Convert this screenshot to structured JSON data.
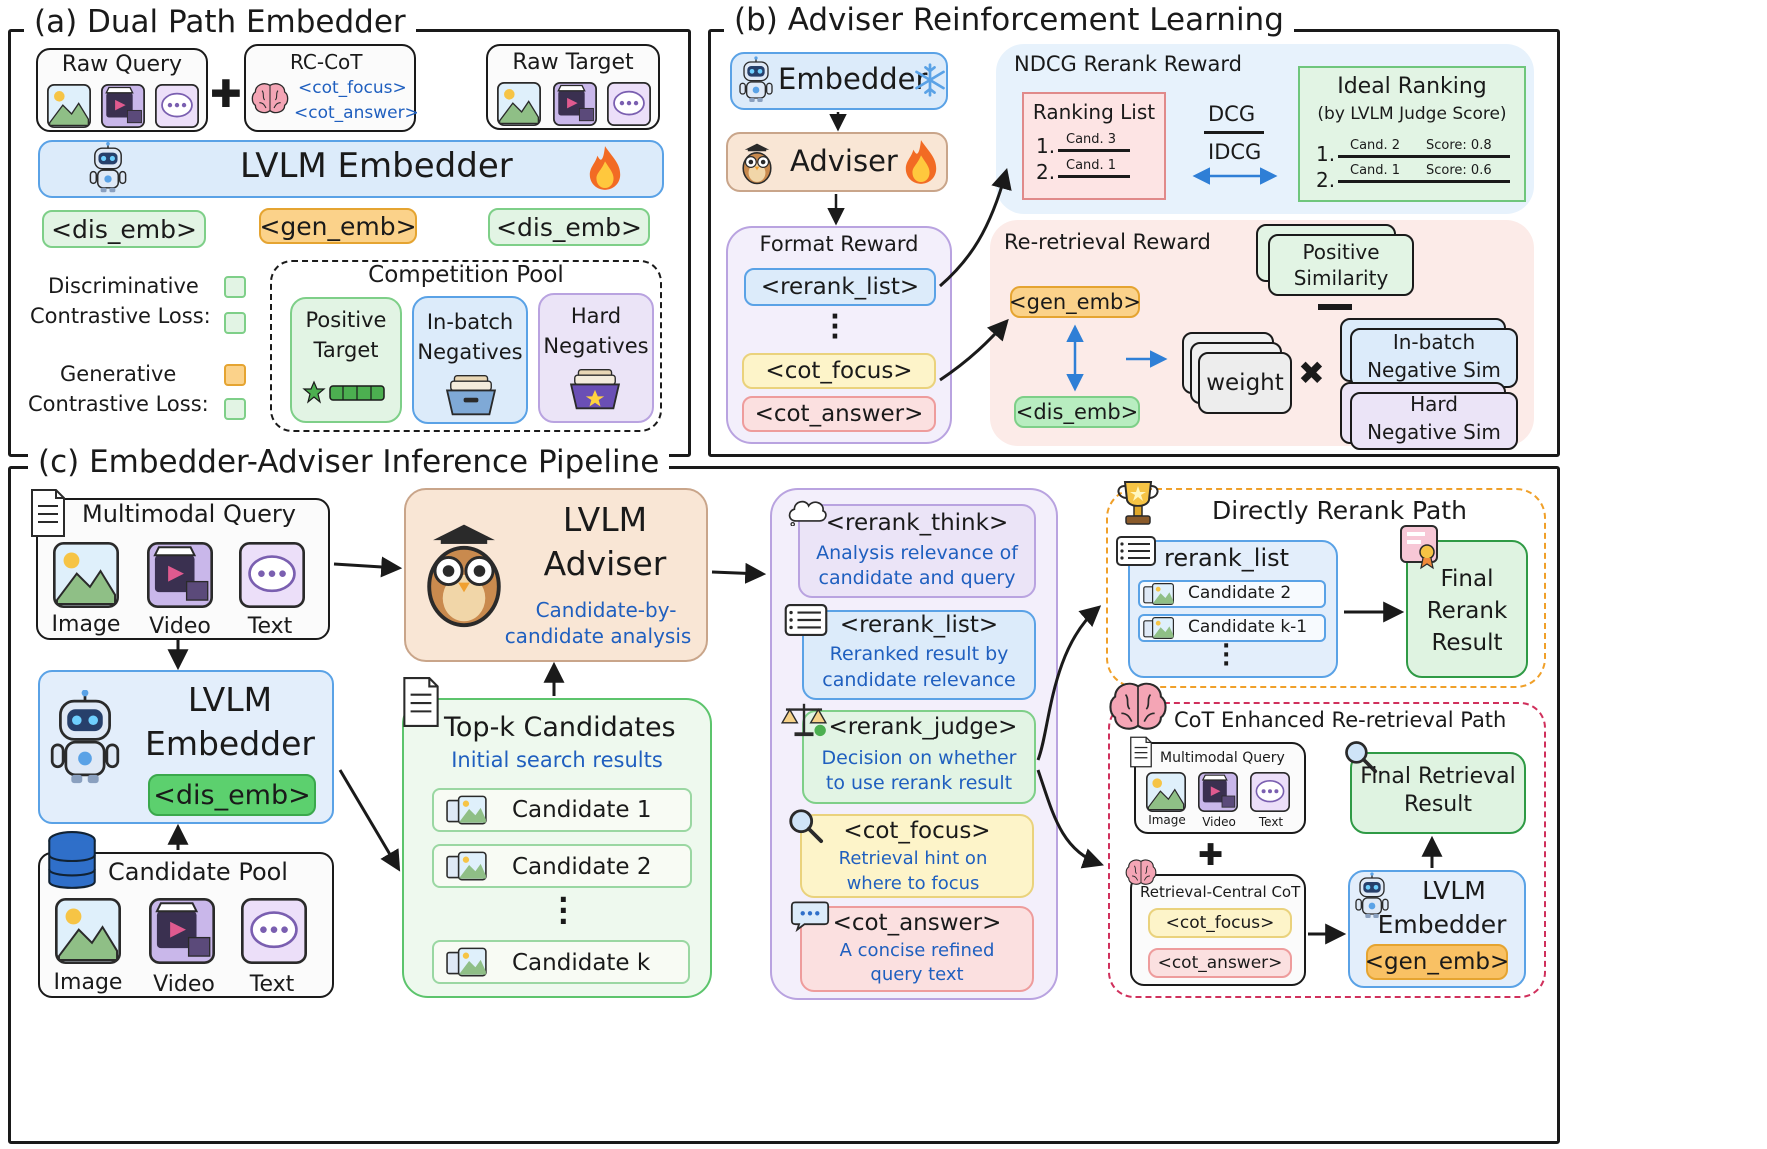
{
  "panel_a": {
    "title": "(a) Dual Path Embedder",
    "raw_query": "Raw Query",
    "rc_cot": "RC-CoT",
    "rc_cot_focus": "<cot_focus>",
    "rc_cot_answer": "<cot_answer>",
    "raw_target": "Raw Target",
    "lvlm_embedder": "LVLM Embedder",
    "dis_emb_left": "<dis_emb>",
    "gen_emb": "<gen_emb>",
    "dis_emb_right": "<dis_emb>",
    "disc_loss_1": "Discriminative",
    "disc_loss_2": "Contrastive Loss:",
    "gen_loss_1": "Generative",
    "gen_loss_2": "Contrastive Loss:",
    "competition_pool": "Competition Pool",
    "positive_target_1": "Positive",
    "positive_target_2": "Target",
    "inbatch_1": "In-batch",
    "inbatch_2": "Negatives",
    "hard_1": "Hard",
    "hard_2": "Negatives"
  },
  "panel_b": {
    "title": "(b) Adviser Reinforcement Learning",
    "embedder": "Embedder",
    "adviser": "Adviser",
    "format_reward": "Format Reward",
    "rerank_list": "<rerank_list>",
    "cot_focus": "<cot_focus>",
    "cot_answer": "<cot_answer>",
    "ndcg_title": "NDCG Rerank Reward",
    "ranking_list": "Ranking List",
    "rank_1": "1.",
    "rank_2": "2.",
    "cand3": "Cand. 3",
    "cand1": "Cand. 1",
    "dcg": "DCG",
    "idcg": "IDCG",
    "ideal_ranking": "Ideal Ranking",
    "ideal_sub": "(by LVLM Judge Score)",
    "ideal_cand2": "Cand. 2",
    "ideal_score1": "Score: 0.8",
    "ideal_cand1": "Cand. 1",
    "ideal_score2": "Score: 0.6",
    "reretrieval_title": "Re-retrieval Reward",
    "gen_emb": "<gen_emb>",
    "dis_emb": "<dis_emb>",
    "positive_sim_1": "Positive",
    "positive_sim_2": "Similarity",
    "weight": "weight",
    "inbatch_sim_1": "In-batch",
    "inbatch_sim_2": "Negative Sim",
    "hard_sim_1": "Hard",
    "hard_sim_2": "Negative Sim"
  },
  "panel_c": {
    "title": "(c) Embedder-Adviser Inference Pipeline",
    "mm_query": "Multimodal Query",
    "image": "Image",
    "video": "Video",
    "text": "Text",
    "lvlm_embedder_1": "LVLM",
    "lvlm_embedder_2": "Embedder",
    "dis_emb": "<dis_emb>",
    "candidate_pool": "Candidate Pool",
    "adviser_1": "LVLM",
    "adviser_2": "Adviser",
    "adviser_sub_1": "Candidate-by-",
    "adviser_sub_2": "candidate analysis",
    "topk_title": "Top-k Candidates",
    "topk_sub": "Initial search results",
    "cand_1": "Candidate 1",
    "cand_2": "Candidate 2",
    "cand_k": "Candidate k",
    "rerank_think": "<rerank_think>",
    "rerank_think_d1": "Analysis relevance of",
    "rerank_think_d2": "candidate and query",
    "rerank_list": "<rerank_list>",
    "rerank_list_d1": "Reranked result by",
    "rerank_list_d2": "candidate relevance",
    "rerank_judge": "<rerank_judge>",
    "rerank_judge_d1": "Decision on whether",
    "rerank_judge_d2": "to use rerank result",
    "cot_focus": "<cot_focus>",
    "cot_focus_d1": "Retrieval hint on",
    "cot_focus_d2": "where to focus",
    "cot_answer": "<cot_answer>",
    "cot_answer_d1": "A concise refined",
    "cot_answer_d2": "query text",
    "direct_path": "Directly Rerank Path",
    "rerank_list_label": "rerank_list",
    "dp_cand_2": "Candidate 2",
    "dp_cand_k1": "Candidate k-1",
    "final_rerank_1": "Final",
    "final_rerank_2": "Rerank",
    "final_rerank_3": "Result",
    "cot_path": "CoT Enhanced Re-retrieval Path",
    "mini_mm_query": "Multimodal Query",
    "mini_image": "Image",
    "mini_video": "Video",
    "mini_text": "Text",
    "final_retrieval_1": "Final Retrieval",
    "final_retrieval_2": "Result",
    "rc_cot_title": "Retrieval-Central CoT",
    "rc_cot_focus": "<cot_focus>",
    "rc_cot_answer": "<cot_answer>",
    "embedder_1": "LVLM",
    "embedder_2": "Embedder",
    "gen_emb": "<gen_emb>"
  }
}
